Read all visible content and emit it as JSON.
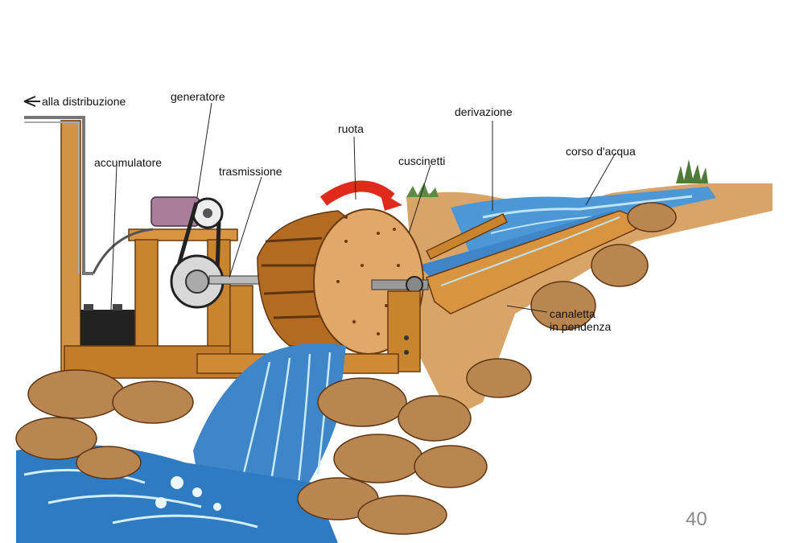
{
  "labels": {
    "distribution": "alla distribuzione",
    "generator": "generatore",
    "accumulator": "accumulatore",
    "transmission": "trasmissione",
    "wheel": "ruota",
    "bearings": "cuscinetti",
    "diversion": "derivazione",
    "watercourse": "corso d'acqua",
    "channel_line1": "canaletta",
    "channel_line2": "in pendenza"
  },
  "page_number": "40",
  "colors": {
    "water": "#3f86c8",
    "water_light": "#9fd0ee",
    "wood": "#c9852e",
    "wood_dark": "#8a4f17",
    "rock": "#b98652",
    "arrow": "#e02a1c"
  }
}
